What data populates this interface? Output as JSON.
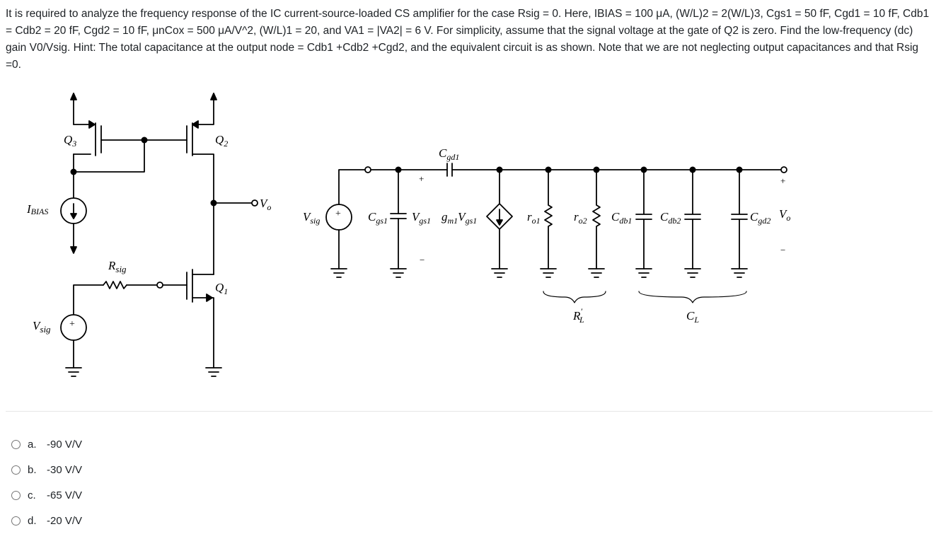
{
  "question": {
    "text": "It is required to analyze the frequency response of the IC current-source-loaded CS amplifier for the case Rsig = 0. Here, IBIAS = 100 μA, (W/L)2 = 2(W/L)3, Cgs1 = 50 fF, Cgd1 = 10 fF, Cdb1 = Cdb2 = 20 fF, Cgd2 = 10 fF, μnCox = 500 μA/V^2, (W/L)1 = 20, and VA1 = |VA2| = 6 V. For simplicity, assume that the signal voltage at the gate of Q2 is zero. Find the low-frequency (dc) gain V0/Vsig. Hint: The total capacitance at the output node = Cdb1 +Cdb2 +Cgd2, and the equivalent circuit is as shown. Note that we are not neglecting output capacitances and that Rsig =0."
  },
  "figure": {
    "schematic": {
      "q3": "Q",
      "q3_sub": "3",
      "q2": "Q",
      "q2_sub": "2",
      "q1": "Q",
      "q1_sub": "1",
      "ibias": "I",
      "ibias_sub": "BIAS",
      "vo": "V",
      "vo_sub": "o",
      "rsig": "R",
      "rsig_sub": "sig",
      "vsig": "V",
      "vsig_sub": "sig",
      "plus": "+"
    },
    "equivalent": {
      "vsig": "V",
      "vsig_sub": "sig",
      "cgs1": "C",
      "cgs1_sub": "gs1",
      "vgs1": "V",
      "vgs1_sub": "gs1",
      "plus": "+",
      "minus": "−",
      "gm": "g",
      "gm_sub": "m1",
      "gm_v": "V",
      "gm_v_sub": "gs1",
      "ro1": "r",
      "ro1_sub": "o1",
      "ro2": "r",
      "ro2_sub": "o2",
      "cdb1": "C",
      "cdb1_sub": "db1",
      "cdb2": "C",
      "cdb2_sub": "db2",
      "cgd2": "C",
      "cgd2_sub": "gd2",
      "cgd1": "C",
      "cgd1_sub": "gd1",
      "vo": "V",
      "vo_sub": "o",
      "out_plus": "+",
      "out_minus": "−",
      "rl": "R",
      "rl_sup": "′",
      "rl_sub": "L",
      "cl": "C",
      "cl_sub": "L"
    }
  },
  "answers": [
    {
      "letter": "a.",
      "text": "-90 V/V"
    },
    {
      "letter": "b.",
      "text": "-30 V/V"
    },
    {
      "letter": "c.",
      "text": "-65 V/V"
    },
    {
      "letter": "d.",
      "text": "-20 V/V"
    }
  ]
}
